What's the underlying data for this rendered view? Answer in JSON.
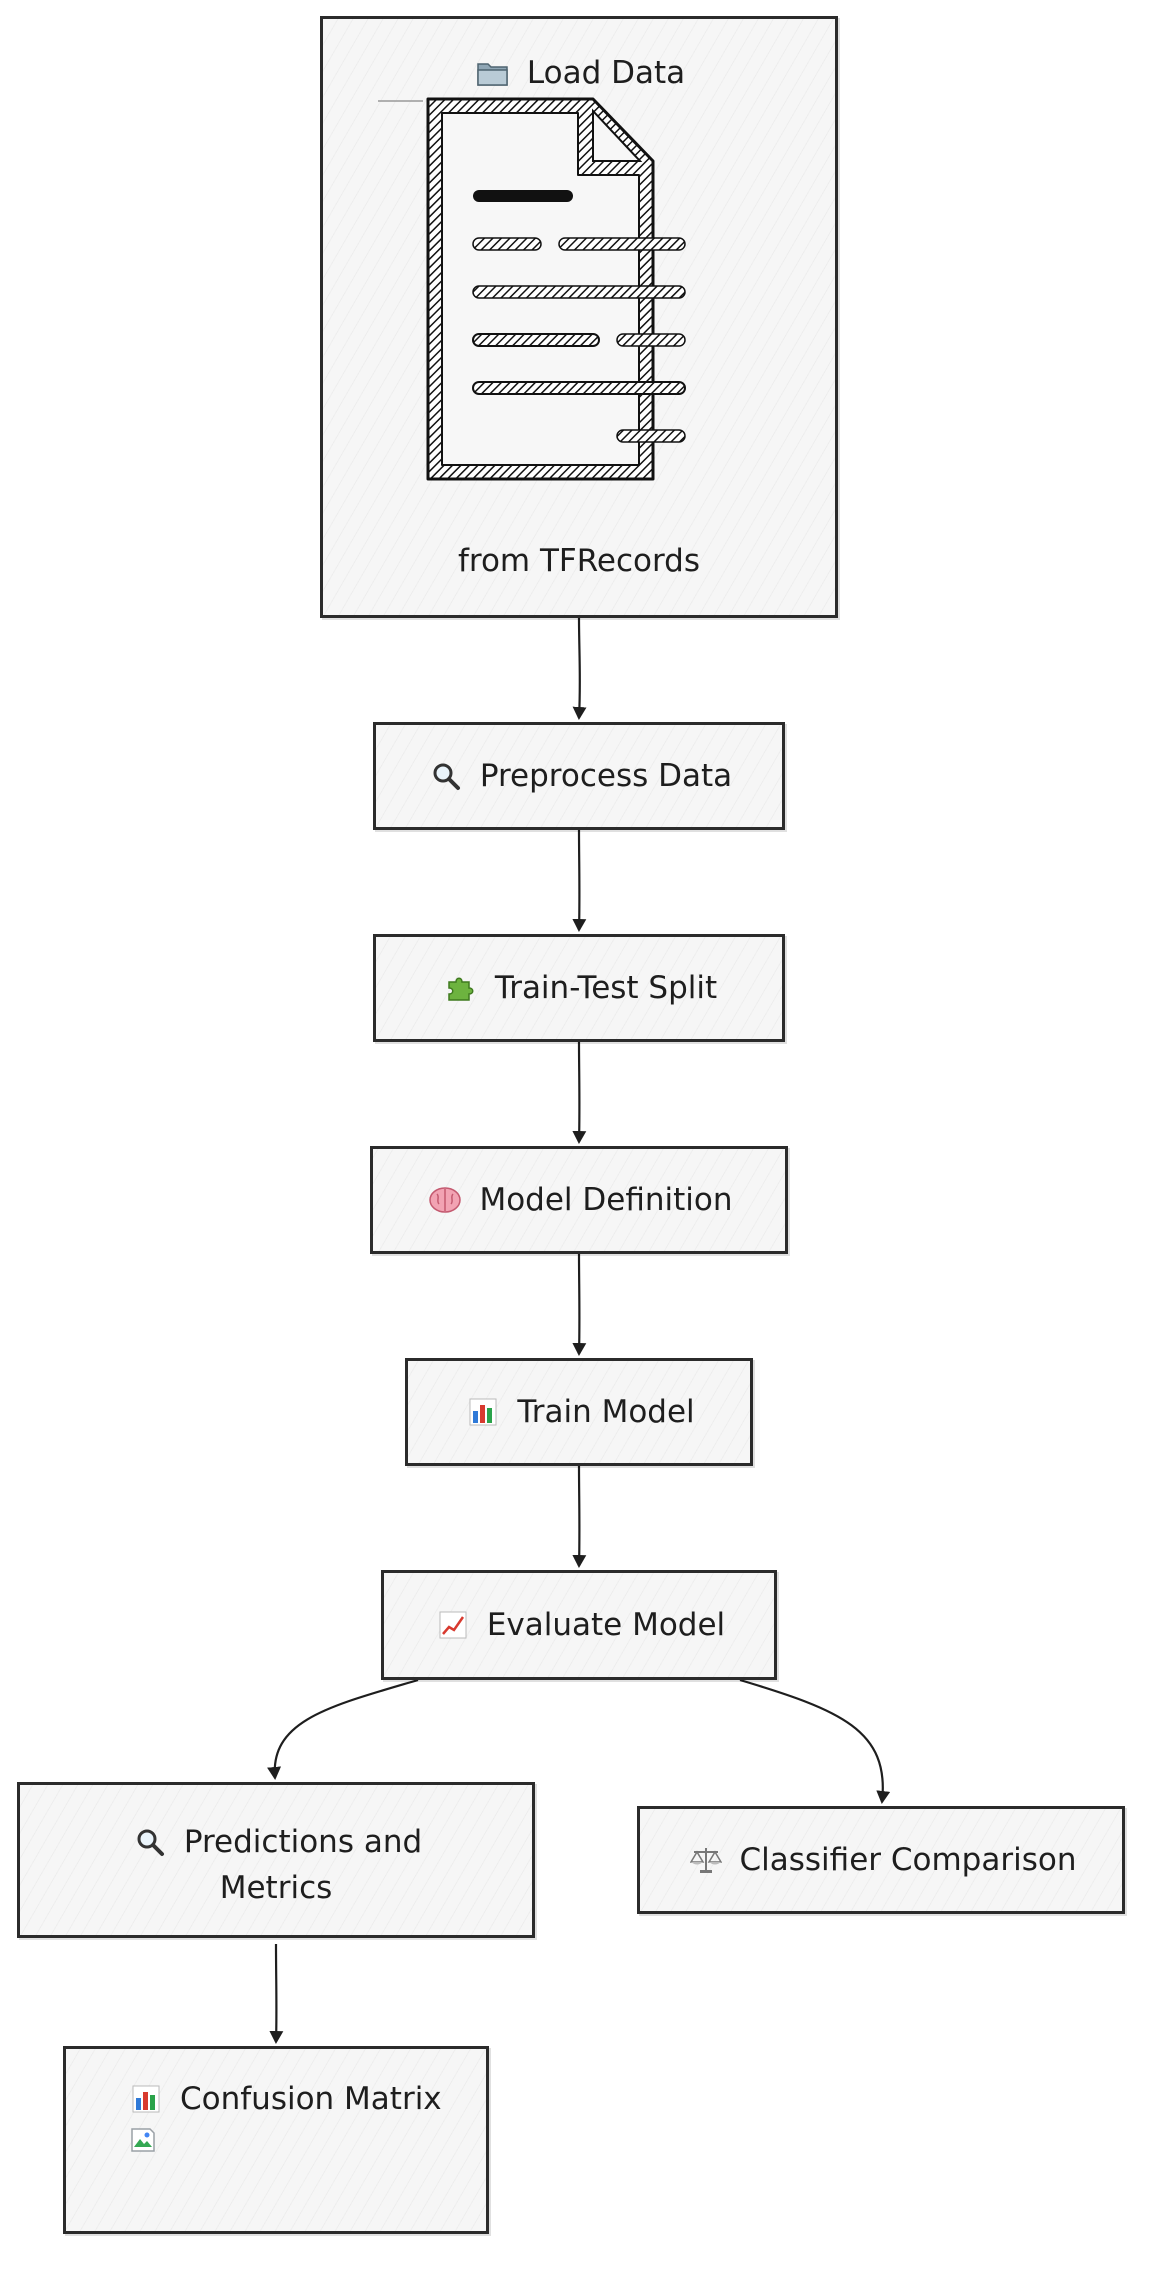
{
  "nodes": {
    "load": {
      "label": "Load Data",
      "caption": "from TFRecords",
      "icon": "folder-icon"
    },
    "preprocess": {
      "label": "Preprocess Data",
      "icon": "magnifier-icon"
    },
    "split": {
      "label": "Train-Test Split",
      "icon": "puzzle-icon"
    },
    "model": {
      "label": "Model Definition",
      "icon": "brain-icon"
    },
    "train": {
      "label": "Train Model",
      "icon": "bar-chart-icon"
    },
    "evaluate": {
      "label": "Evaluate Model",
      "icon": "line-chart-icon"
    },
    "predictions": {
      "label_line1": "Predictions and",
      "label_line2": "Metrics",
      "icon": "magnifier-icon"
    },
    "comparison": {
      "label": "Classifier Comparison",
      "icon": "balance-scale-icon"
    },
    "confusion": {
      "label": "Confusion Matrix",
      "icon": "bar-chart-icon",
      "image": "broken-image-icon"
    }
  },
  "edges": [
    {
      "from": "Load Data",
      "to": "Preprocess Data"
    },
    {
      "from": "Preprocess Data",
      "to": "Train-Test Split"
    },
    {
      "from": "Train-Test Split",
      "to": "Model Definition"
    },
    {
      "from": "Model Definition",
      "to": "Train Model"
    },
    {
      "from": "Train Model",
      "to": "Evaluate Model"
    },
    {
      "from": "Evaluate Model",
      "to": "Predictions and Metrics"
    },
    {
      "from": "Evaluate Model",
      "to": "Classifier Comparison"
    },
    {
      "from": "Predictions and Metrics",
      "to": "Confusion Matrix"
    }
  ],
  "colors": {
    "stroke": "#2b2b2b",
    "fill": "#f6f6f6",
    "text": "#1e1e1e"
  }
}
